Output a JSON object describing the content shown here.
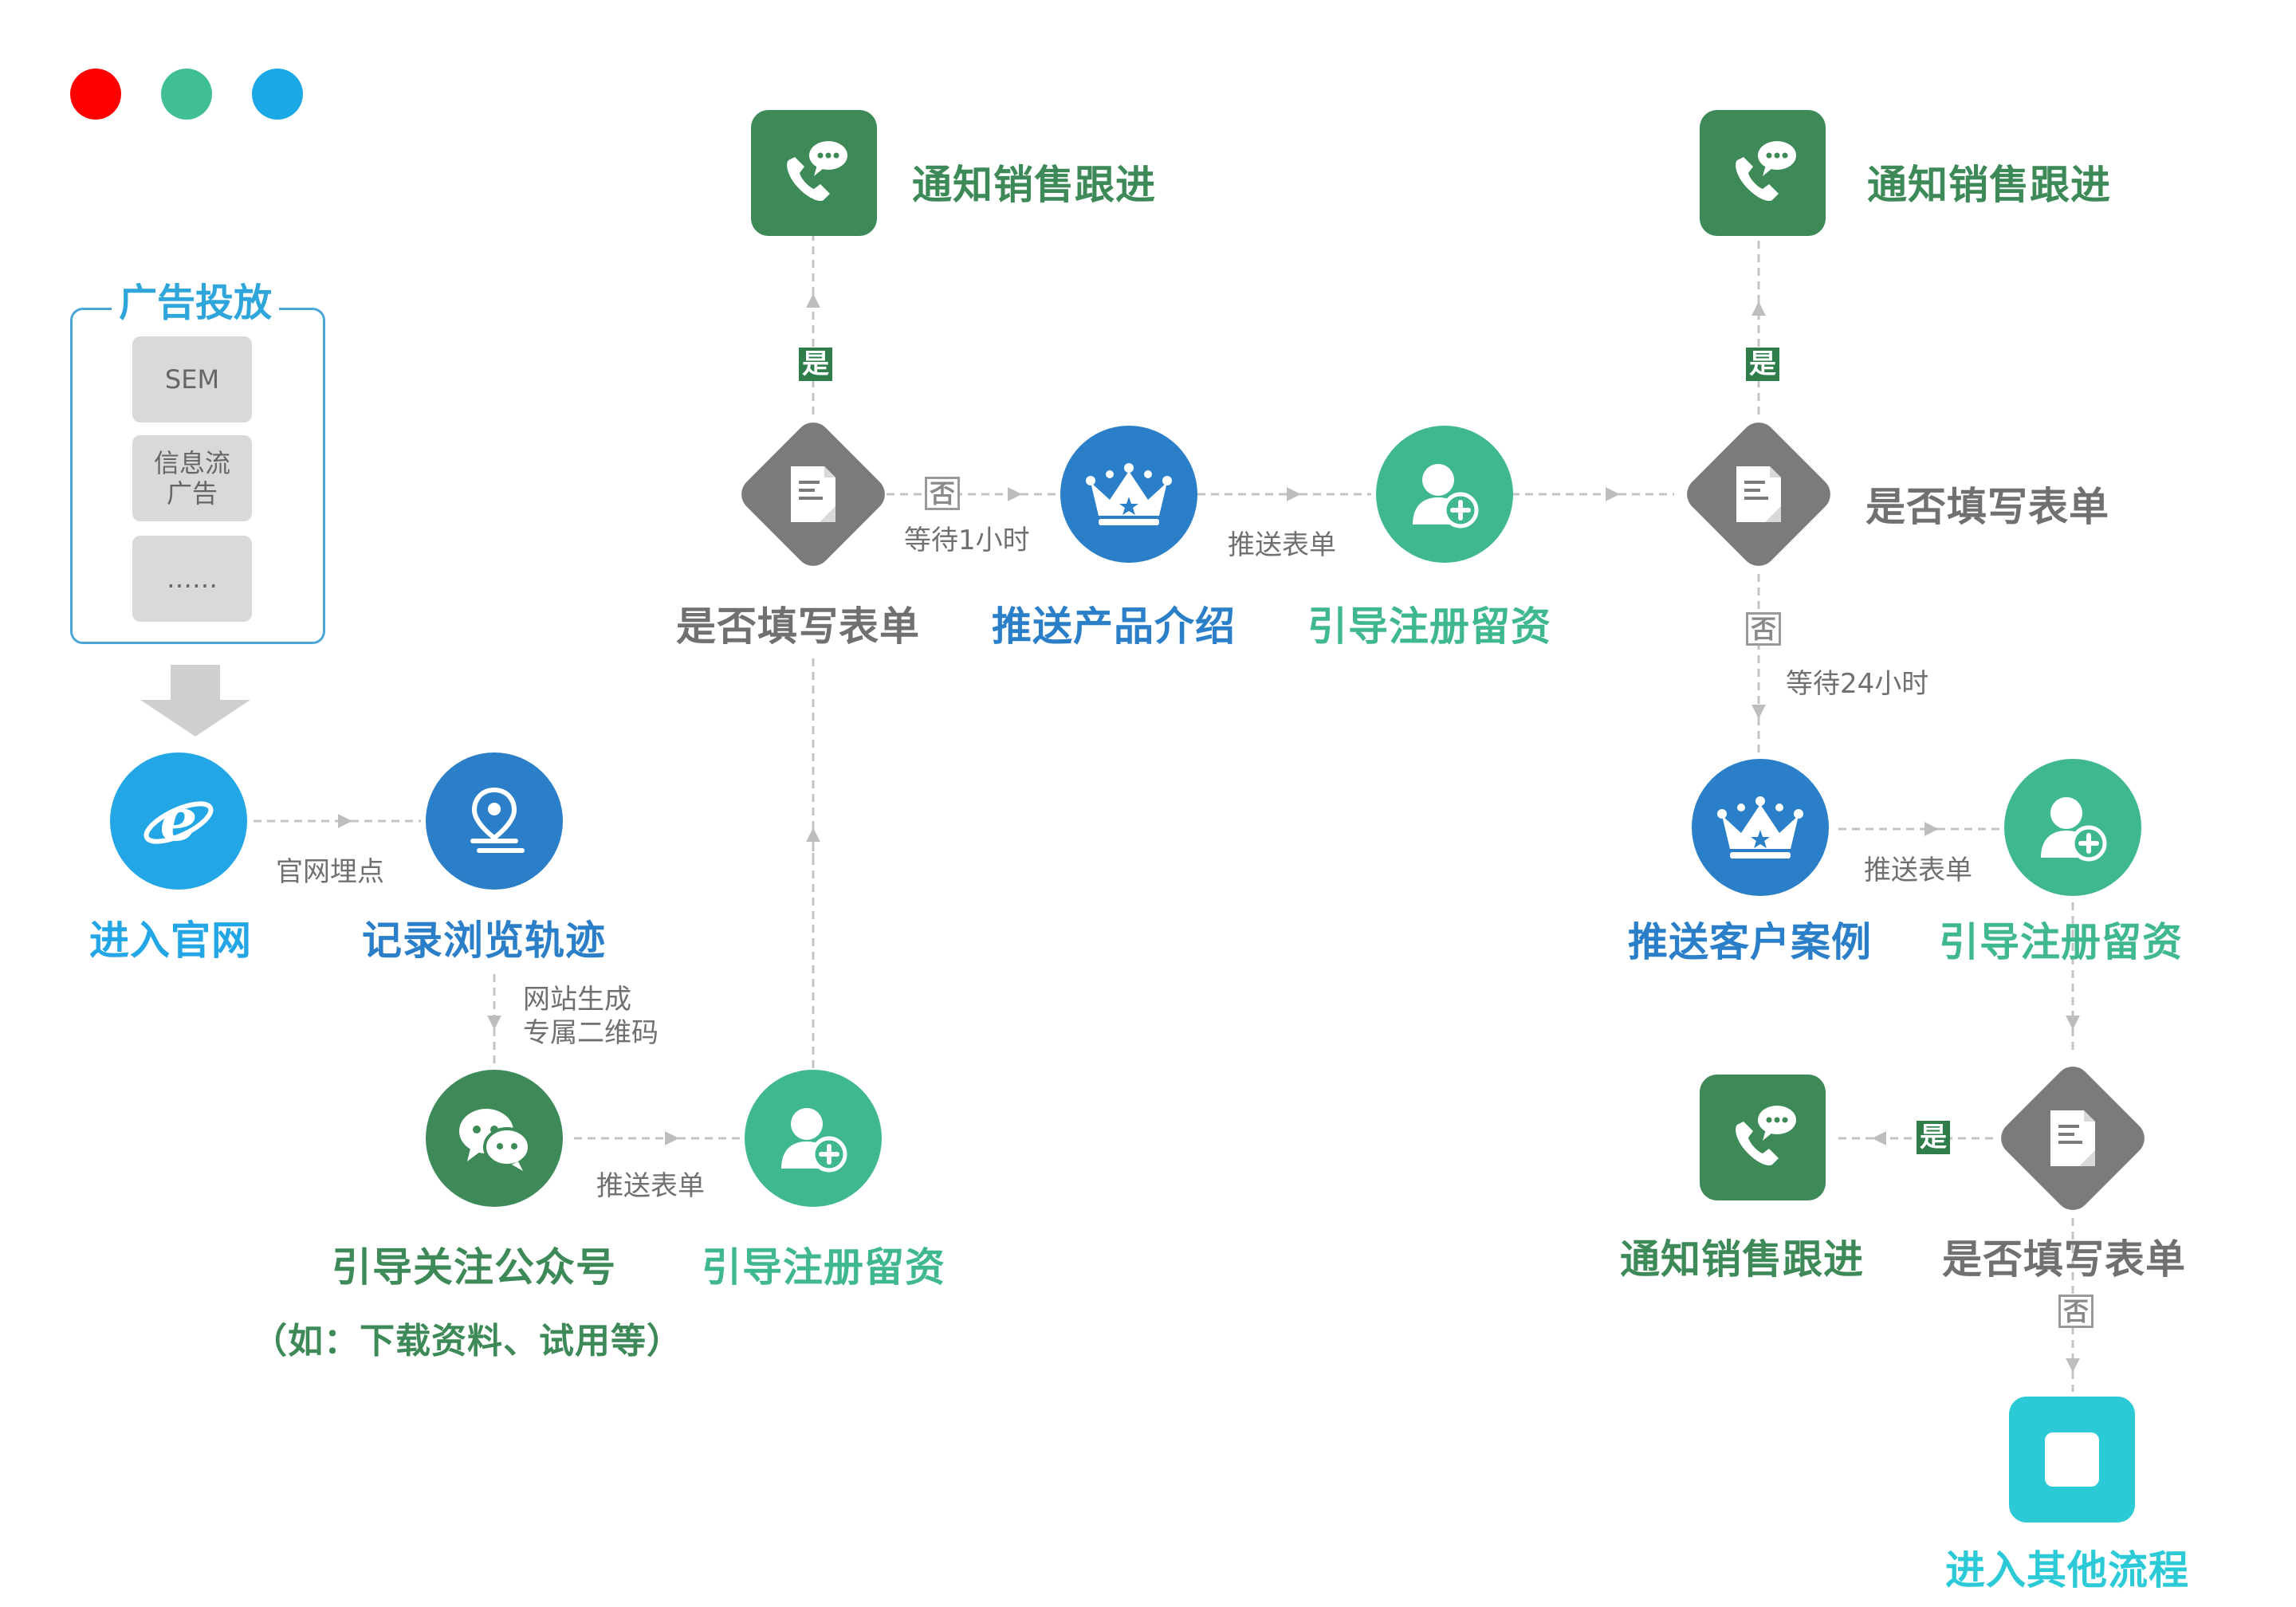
{
  "window_dots": [
    {
      "name": "red",
      "color": "#ff0000"
    },
    {
      "name": "green",
      "color": "#40bf94"
    },
    {
      "name": "blue",
      "color": "#1aa8e6"
    }
  ],
  "colors": {
    "dark_green": "#3d8a58",
    "teal_green": "#40b88e",
    "blue": "#2a7fc8",
    "light_blue": "#23a6e6",
    "gray": "#7b7b7b",
    "cyan": "#2cc9d6",
    "label_gray": "#707070"
  },
  "ad": {
    "title": "广告投放",
    "chip_sem": "SEM",
    "chip_feed": "信息流\n广告",
    "chip_more": "……"
  },
  "labels": {
    "enter_site": "进入官网",
    "record_track": "记录浏览轨迹",
    "follow_account": "引导关注公众号",
    "follow_note": "（如：下载资料、试用等）",
    "register_1": "引导注册留资",
    "form_check_1": "是否填写表单",
    "push_product": "推送产品介绍",
    "register_2": "引导注册留资",
    "notify_1": "通知销售跟进",
    "notify_2": "通知销售跟进",
    "form_check_2": "是否填写表单",
    "push_case": "推送客户案例",
    "register_3": "引导注册留资",
    "notify_3": "通知销售跟进",
    "form_check_3": "是否填写表单",
    "other_flow": "进入其他流程"
  },
  "edge_labels": {
    "site_tracking": "官网埋点",
    "qr_line1": "网站生成",
    "qr_line2": "专属二维码",
    "push_form_1": "推送表单",
    "wait_1h": "等待1小时",
    "push_form_2": "推送表单",
    "wait_24h": "等待24小时",
    "push_form_3": "推送表单"
  },
  "tags": {
    "yes_1": "是",
    "no_1": "否",
    "yes_2": "是",
    "no_2": "否",
    "yes_3": "是",
    "no_3": "否"
  }
}
